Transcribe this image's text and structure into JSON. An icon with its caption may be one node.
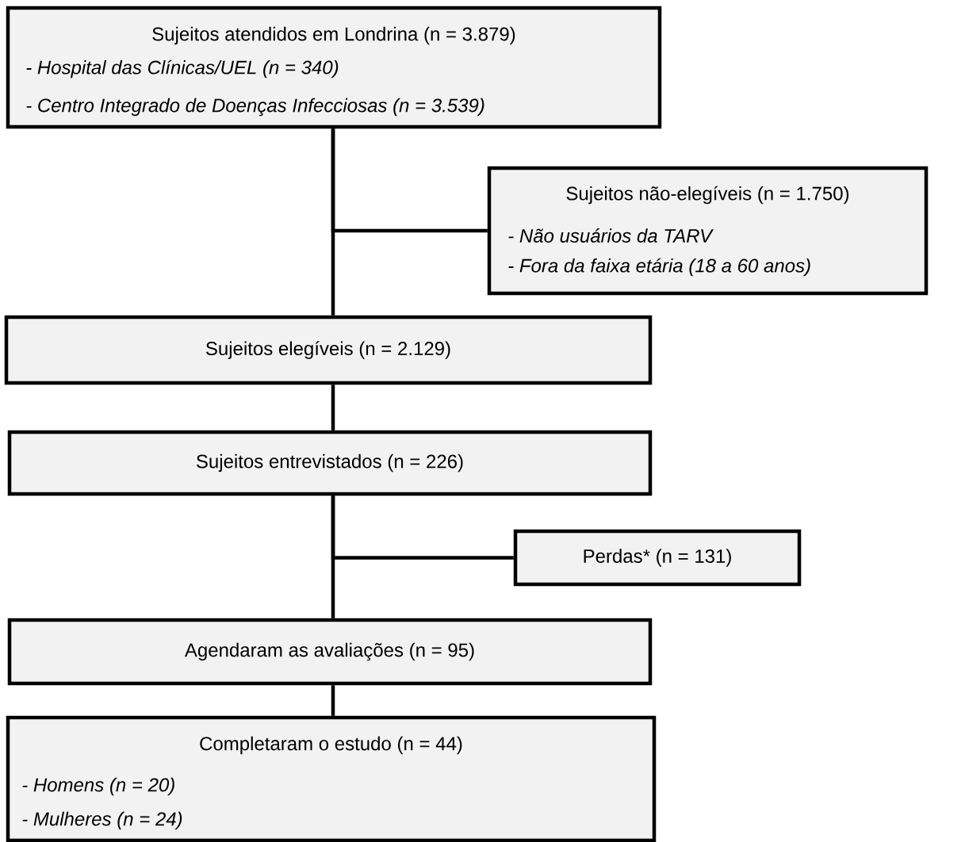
{
  "diagram": {
    "nodes": [
      {
        "text": [
          "Sujeitos atendidos em Londrina (n = 3.879)",
          "- Hospital das Clínicas/UEL (n = 340)",
          "- Centro Integrado de Doenças Infecciosas (n = 3.539)"
        ]
      },
      {
        "text": [
          "Sujeitos não-elegíveis (n = 1.750)",
          "- Não usuários da TARV",
          "- Fora da faixa etária (18 a 60 anos)"
        ]
      },
      {
        "text": [
          "Sujeitos elegíveis (n = 2.129)"
        ]
      },
      {
        "text": [
          "Sujeitos entrevistados (n = 226)"
        ]
      },
      {
        "text": [
          "Perdas* (n = 131)"
        ]
      },
      {
        "text": [
          "Agendaram as avaliações (n = 95)"
        ]
      },
      {
        "text": [
          "Completaram o estudo (n = 44)",
          "- Homens (n = 20)",
          "- Mulheres (n = 24)"
        ]
      }
    ],
    "edges": [
      {
        "from": 0,
        "to": 2,
        "arrow": "none"
      },
      {
        "from": 0,
        "to": 1,
        "arrow": "none"
      },
      {
        "from": 2,
        "to": 3,
        "arrow": "none"
      },
      {
        "from": 3,
        "to": 5,
        "arrow": "none"
      },
      {
        "from": 3,
        "to": 4,
        "arrow": "none"
      },
      {
        "from": 5,
        "to": 6,
        "arrow": "none"
      }
    ]
  }
}
